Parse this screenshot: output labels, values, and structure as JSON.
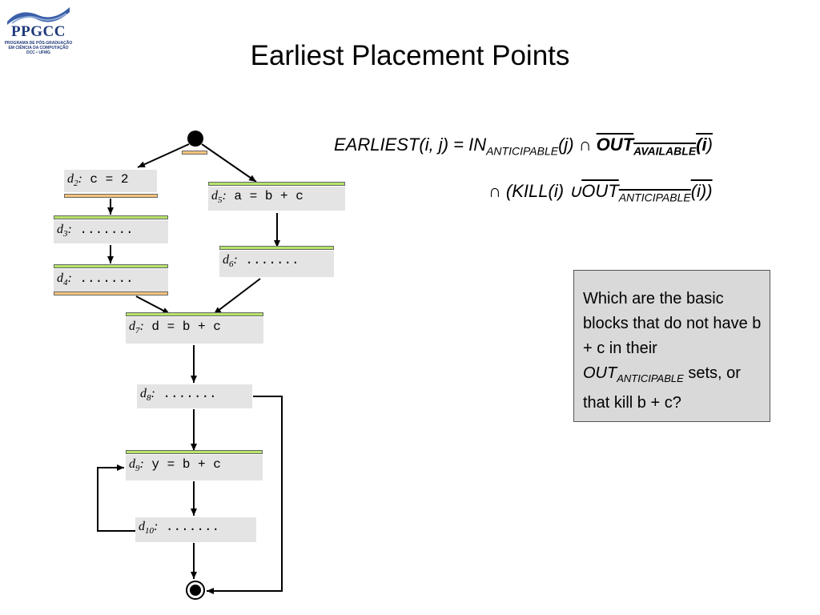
{
  "logo": {
    "text": "PPGCC",
    "subtitle_lines": [
      "PROGRAMA DE PÓS-GRADUAÇÃO",
      "EM CIÊNCIA DA COMPUTAÇÃO",
      "DCC • UFMG"
    ]
  },
  "title": "Earliest Placement Points",
  "blocks": [
    {
      "label": "d",
      "sub": "2",
      "suffix": ":",
      "code": " c = 2"
    },
    {
      "label": "d",
      "sub": "5",
      "suffix": ":",
      "code": " a = b + c"
    },
    {
      "label": "d",
      "sub": "3",
      "suffix": ":",
      "code": " ......."
    },
    {
      "label": "d",
      "sub": "6",
      "suffix": ":",
      "code": " ......."
    },
    {
      "label": "d",
      "sub": "4",
      "suffix": ":",
      "code": " ......."
    },
    {
      "label": "d",
      "sub": "7",
      "suffix": ":",
      "code": " d = b + c"
    },
    {
      "label": "d",
      "sub": "8",
      "suffix": ":",
      "code": " ......."
    },
    {
      "label": "d",
      "sub": "9",
      "suffix": ":",
      "code": " y = b + c"
    },
    {
      "label": "d",
      "sub": "10",
      "suffix": ":",
      "code": " ......."
    }
  ],
  "formula": {
    "line1": {
      "a": "EARLIEST(i, j) = IN",
      "a_sub": "ANTICIPABLE",
      "b": "(j) ∩ ",
      "c": "OUT",
      "c_sub": "AVAILABLE",
      "d": "(i",
      "e": ")"
    },
    "line2": {
      "a": "∩ (KILL(i) ∪",
      "b": "OUT",
      "b_sub": "ANTICIPABLE",
      "c": "(i))"
    }
  },
  "question": {
    "part1": "Which are the basic blocks that do not have b + c in their ",
    "part2": "OUT",
    "part2_sub": "ANTICIPABLE",
    "part3": " sets, or that kill b + c?"
  },
  "colors": {
    "green_bar": "#b6e36a",
    "orange_bar": "#f6c37c",
    "block_bg": "#e4e4e4",
    "question_bg": "#d9d9d9"
  }
}
